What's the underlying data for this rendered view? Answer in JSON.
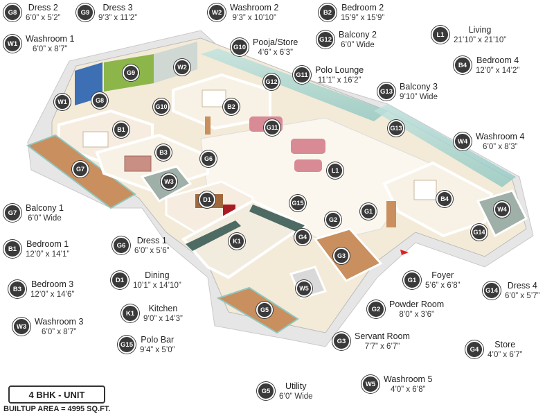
{
  "unit_label": "4 BHK - UNIT",
  "builtup_area": "BUILTUP AREA = 4995 SQ.FT.",
  "rooms": [
    {
      "code": "G8",
      "name": "Dress 2",
      "size": "6’0” x 5’2”"
    },
    {
      "code": "G9",
      "name": "Dress 3",
      "size": "9’3” x 11’2”"
    },
    {
      "code": "W2",
      "name": "Washroom 2",
      "size": "9’3” x 10’10”"
    },
    {
      "code": "B2",
      "name": "Bedroom 2",
      "size": "15’9” x 15’9”"
    },
    {
      "code": "W1",
      "name": "Washroom 1",
      "size": "6’0” x 8’7”"
    },
    {
      "code": "G10",
      "name": "Pooja/Store",
      "size": "4’6” x 6’3”"
    },
    {
      "code": "G12",
      "name": "Balcony 2",
      "size": "6’0” Wide"
    },
    {
      "code": "L1",
      "name": "Living",
      "size": "21’10” x 21’10”"
    },
    {
      "code": "B4",
      "name": "Bedroom 4",
      "size": "12’0” x 14’2”"
    },
    {
      "code": "G11",
      "name": "Polo Lounge",
      "size": "11’1” x 16’2”"
    },
    {
      "code": "G13",
      "name": "Balcony 3",
      "size": "9’10” Wide"
    },
    {
      "code": "W4",
      "name": "Washroom 4",
      "size": "6’0” x 8’3”"
    },
    {
      "code": "G7",
      "name": "Balcony 1",
      "size": "6’0” Wide"
    },
    {
      "code": "B1",
      "name": "Bedroom 1",
      "size": "12’0” x 14’1”"
    },
    {
      "code": "G6",
      "name": "Dress 1",
      "size": "6’0” x 5’6”"
    },
    {
      "code": "D1",
      "name": "Dining",
      "size": "10’1” x 14’10”"
    },
    {
      "code": "G1",
      "name": "Foyer",
      "size": "5’6” x 6’8”"
    },
    {
      "code": "G14",
      "name": "Dress 4",
      "size": "6’0” x 5’7”"
    },
    {
      "code": "B3",
      "name": "Bedroom 3",
      "size": "12’0” x 14’6”"
    },
    {
      "code": "G2",
      "name": "Powder Room",
      "size": "8’0” x 3’6”"
    },
    {
      "code": "K1",
      "name": "Kitchen",
      "size": "9’0” x 14’3”"
    },
    {
      "code": "W3",
      "name": "Washroom 3",
      "size": "6’0” x 8’7”"
    },
    {
      "code": "G3",
      "name": "Servant Room",
      "size": "7’7” x 6’7”"
    },
    {
      "code": "G15",
      "name": "Polo Bar",
      "size": "9’4” x 5’0”"
    },
    {
      "code": "G4",
      "name": "Store",
      "size": "4’0” x 6’7”"
    },
    {
      "code": "G5",
      "name": "Utility",
      "size": "6’0” Wide"
    },
    {
      "code": "W5",
      "name": "Washroom 5",
      "size": "4’0” x 6’8”"
    }
  ],
  "plan_pins": [
    "G9",
    "W2",
    "W1",
    "G8",
    "G10",
    "G12",
    "B2",
    "G11",
    "G13",
    "B1",
    "B3",
    "G6",
    "G7",
    "W3",
    "L1",
    "D1",
    "G15",
    "G2",
    "G1",
    "B4",
    "W4",
    "G14",
    "K1",
    "G4",
    "G3",
    "W5",
    "G5"
  ],
  "colors": {
    "badge": "#3a3a3a",
    "floor": "#f3ead8",
    "wood": "#c98f5e",
    "wall": "#ffffff",
    "glass": "#a9d6d2",
    "dress2": "#3d6fb5",
    "dress3": "#8cb64a",
    "counter": "#4e6b63",
    "marker": "#e02020"
  }
}
